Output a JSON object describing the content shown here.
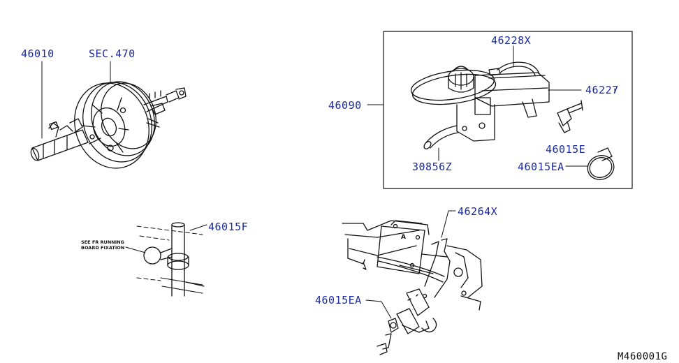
{
  "labels": {
    "p46010": "46010",
    "sec470": "SEC.470",
    "p46228x": "46228X",
    "p46227": "46227",
    "p46090": "46090",
    "p46015e": "46015E",
    "p30856z": "30856Z",
    "p46015ea_top": "46015EA",
    "p46015f": "46015F",
    "p46264x": "46264X",
    "p46015ea_bottom": "46015EA"
  },
  "note": {
    "line1": "SEE FR RUNNING",
    "line2": "BOARD FIXATION"
  },
  "view_marker": "A",
  "diagram_code": "M460001G",
  "colors": {
    "label_text": "#1a2a9c",
    "line_art": "#111111",
    "background": "#ffffff"
  }
}
